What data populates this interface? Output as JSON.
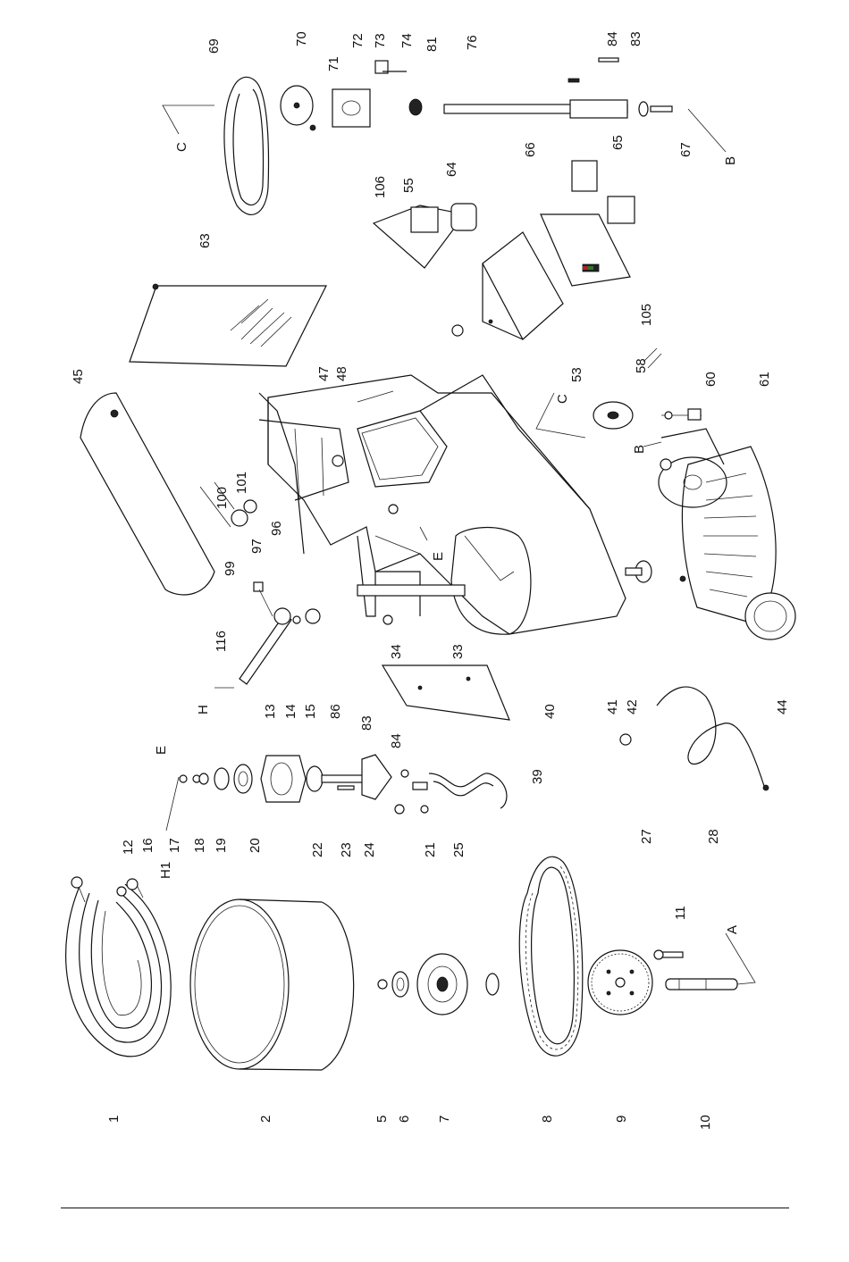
{
  "diagram": {
    "type": "exploded-parts-view",
    "labels": [
      {
        "id": "1",
        "text": "1"
      },
      {
        "id": "2",
        "text": "2"
      },
      {
        "id": "5",
        "text": "5"
      },
      {
        "id": "6",
        "text": "6"
      },
      {
        "id": "7",
        "text": "7"
      },
      {
        "id": "8",
        "text": "8"
      },
      {
        "id": "9",
        "text": "9"
      },
      {
        "id": "10",
        "text": "10"
      },
      {
        "id": "11",
        "text": "11"
      },
      {
        "id": "A",
        "text": "A"
      },
      {
        "id": "12",
        "text": "12"
      },
      {
        "id": "H1",
        "text": "H1"
      },
      {
        "id": "E1",
        "text": "E"
      },
      {
        "id": "16",
        "text": "16"
      },
      {
        "id": "17",
        "text": "17"
      },
      {
        "id": "18",
        "text": "18"
      },
      {
        "id": "19",
        "text": "19"
      },
      {
        "id": "20",
        "text": "20"
      },
      {
        "id": "22",
        "text": "22"
      },
      {
        "id": "23",
        "text": "23"
      },
      {
        "id": "24",
        "text": "24"
      },
      {
        "id": "21",
        "text": "21"
      },
      {
        "id": "25",
        "text": "25"
      },
      {
        "id": "83a",
        "text": "83"
      },
      {
        "id": "84a",
        "text": "84"
      },
      {
        "id": "27",
        "text": "27"
      },
      {
        "id": "28",
        "text": "28"
      },
      {
        "id": "H2",
        "text": "H"
      },
      {
        "id": "116",
        "text": "116"
      },
      {
        "id": "13",
        "text": "13"
      },
      {
        "id": "14",
        "text": "14"
      },
      {
        "id": "15",
        "text": "15"
      },
      {
        "id": "86",
        "text": "86"
      },
      {
        "id": "34",
        "text": "34"
      },
      {
        "id": "33",
        "text": "33"
      },
      {
        "id": "39",
        "text": "39"
      },
      {
        "id": "40",
        "text": "40"
      },
      {
        "id": "41",
        "text": "41"
      },
      {
        "id": "42",
        "text": "42"
      },
      {
        "id": "44",
        "text": "44"
      },
      {
        "id": "99",
        "text": "99"
      },
      {
        "id": "97",
        "text": "97"
      },
      {
        "id": "100",
        "text": "100"
      },
      {
        "id": "96",
        "text": "96"
      },
      {
        "id": "101",
        "text": "101"
      },
      {
        "id": "45",
        "text": "45"
      },
      {
        "id": "E2",
        "text": "E"
      },
      {
        "id": "47",
        "text": "47"
      },
      {
        "id": "48",
        "text": "48"
      },
      {
        "id": "63",
        "text": "63"
      },
      {
        "id": "C1",
        "text": "C"
      },
      {
        "id": "53",
        "text": "53"
      },
      {
        "id": "58",
        "text": "58"
      },
      {
        "id": "B1",
        "text": "B"
      },
      {
        "id": "60",
        "text": "60"
      },
      {
        "id": "61",
        "text": "61"
      },
      {
        "id": "105",
        "text": "105"
      },
      {
        "id": "106",
        "text": "106"
      },
      {
        "id": "55a",
        "text": "55"
      },
      {
        "id": "64",
        "text": "64"
      },
      {
        "id": "66",
        "text": "66"
      },
      {
        "id": "65",
        "text": "65"
      },
      {
        "id": "67",
        "text": "67"
      },
      {
        "id": "69",
        "text": "69"
      },
      {
        "id": "70",
        "text": "70"
      },
      {
        "id": "71",
        "text": "71"
      },
      {
        "id": "72",
        "text": "72"
      },
      {
        "id": "73",
        "text": "73"
      },
      {
        "id": "74",
        "text": "74"
      },
      {
        "id": "81",
        "text": "81"
      },
      {
        "id": "76",
        "text": "76"
      },
      {
        "id": "84b",
        "text": "84"
      },
      {
        "id": "83b",
        "text": "83"
      },
      {
        "id": "C2",
        "text": "C"
      },
      {
        "id": "B2",
        "text": "B"
      }
    ]
  }
}
